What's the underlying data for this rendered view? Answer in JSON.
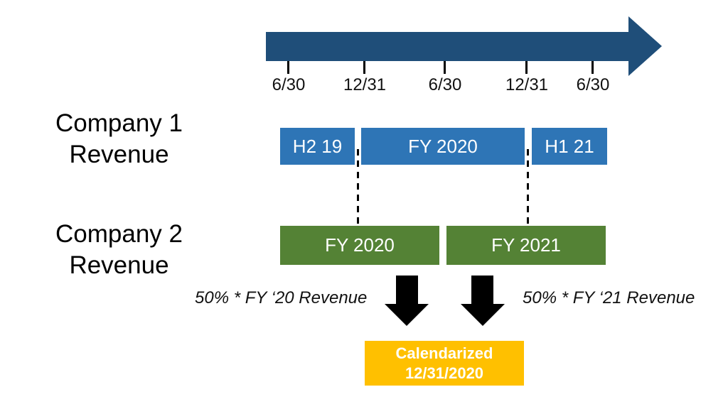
{
  "colors": {
    "arrow-blue": "#1F4E79",
    "bar-blue": "#2E75B6",
    "bar-green": "#548235",
    "box-gold": "#FFC000"
  },
  "timeline": {
    "tick_labels": [
      "6/30",
      "12/31",
      "6/30",
      "12/31",
      "6/30"
    ]
  },
  "rows": [
    {
      "label_line1": "Company 1",
      "label_line2": "Revenue",
      "bars": [
        {
          "label": "H2 19"
        },
        {
          "label": "FY 2020"
        },
        {
          "label": "H1 21"
        }
      ]
    },
    {
      "label_line1": "Company 2",
      "label_line2": "Revenue",
      "bars": [
        {
          "label": "FY 2020"
        },
        {
          "label": "FY 2021"
        }
      ]
    }
  ],
  "annotations": {
    "left": "50% * FY ‘20 Revenue",
    "right": "50% * FY ‘21 Revenue"
  },
  "result_box": {
    "line1": "Calendarized",
    "line2": "12/31/2020"
  }
}
